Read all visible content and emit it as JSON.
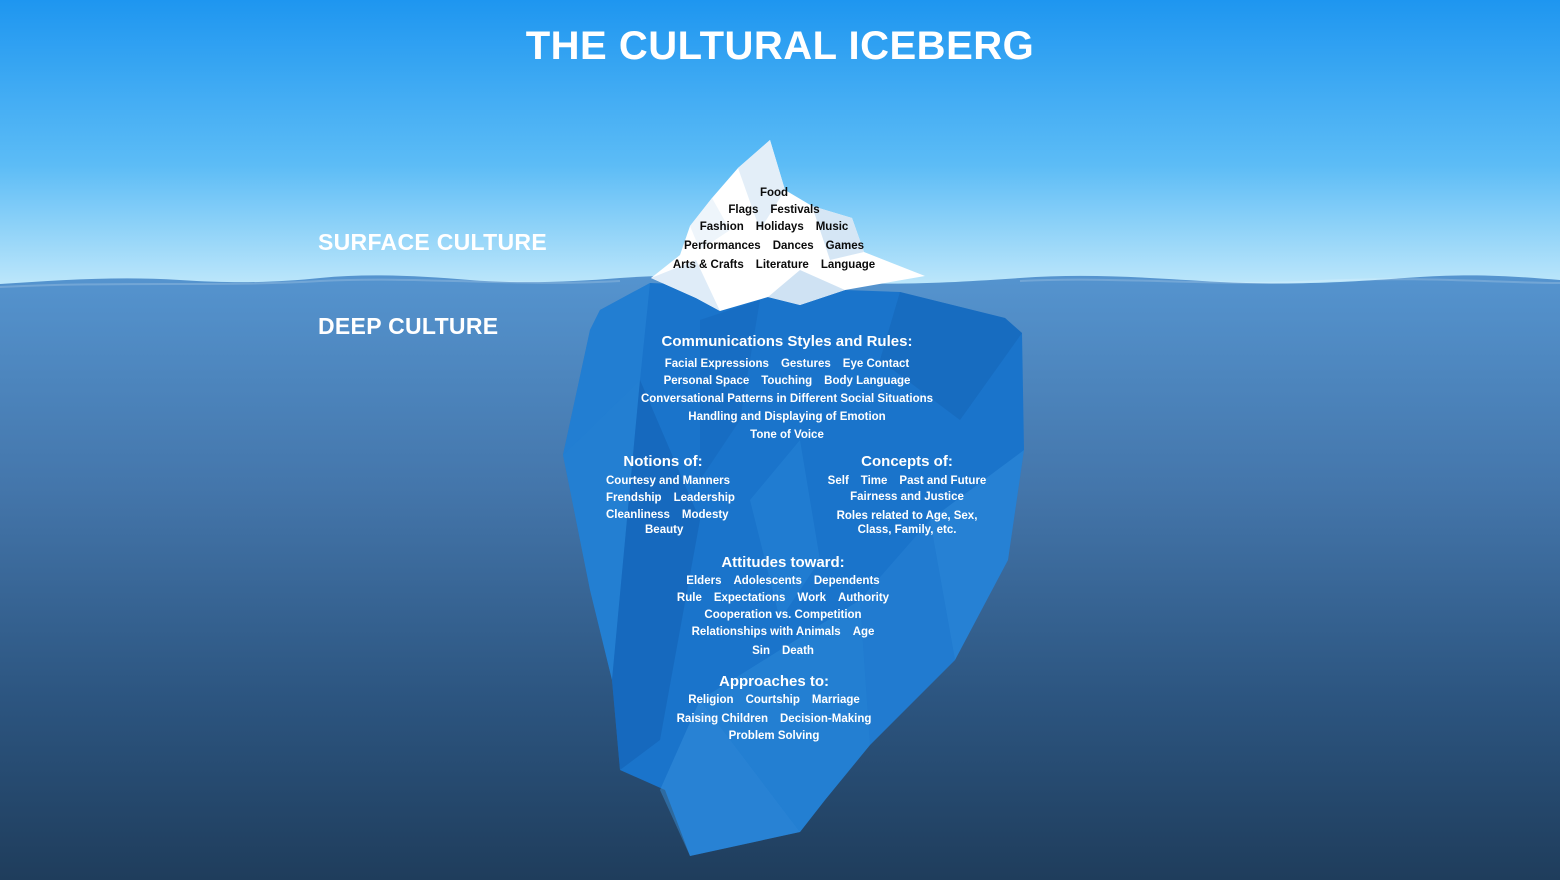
{
  "title": "THE CULTURAL ICEBERG",
  "colors": {
    "sky_top": "#1e96f0",
    "sky_bottom": "#c9ecfb",
    "water_top": "#5594cf",
    "water_bottom": "#203f5f",
    "iceberg_body": "#1a74cb",
    "ice_tip": "#ffffff"
  },
  "surface": {
    "label": "SURFACE CULTURE",
    "rows": [
      [
        "Food"
      ],
      [
        "Flags",
        "Festivals"
      ],
      [
        "Fashion",
        "Holidays",
        "Music"
      ],
      [
        "Performances",
        "Dances",
        "Games"
      ],
      [
        "Arts & Crafts",
        "Literature",
        "Language"
      ]
    ]
  },
  "deep": {
    "label": "DEEP CULTURE",
    "communication": {
      "heading": "Communications Styles and Rules:",
      "rows": [
        [
          "Facial Expressions",
          "Gestures",
          "Eye Contact"
        ],
        [
          "Personal Space",
          "Touching",
          "Body Language"
        ],
        [
          "Conversational Patterns in Different Social Situations"
        ],
        [
          "Handling and Displaying of Emotion"
        ],
        [
          "Tone of Voice"
        ]
      ]
    },
    "notions": {
      "heading": "Notions of:",
      "rows": [
        [
          "Courtesy and Manners"
        ],
        [
          "Frendship",
          "Leadership"
        ],
        [
          "Cleanliness",
          "Modesty"
        ],
        [
          "Beauty"
        ]
      ]
    },
    "concepts": {
      "heading": "Concepts of:",
      "rows": [
        [
          "Self",
          "Time",
          "Past and Future"
        ],
        [
          "Fairness and Justice"
        ],
        [
          "Roles related to Age, Sex,"
        ],
        [
          "Class, Family, etc."
        ]
      ]
    },
    "attitudes": {
      "heading": "Attitudes toward:",
      "rows": [
        [
          "Elders",
          "Adolescents",
          "Dependents"
        ],
        [
          "Rule",
          "Expectations",
          "Work",
          "Authority"
        ],
        [
          "Cooperation vs. Competition"
        ],
        [
          "Relationships with Animals",
          "Age"
        ],
        [
          "Sin",
          "Death"
        ]
      ]
    },
    "approaches": {
      "heading": "Approaches to:",
      "rows": [
        [
          "Religion",
          "Courtship",
          "Marriage"
        ],
        [
          "Raising Children",
          "Decision-Making"
        ],
        [
          "Problem Solving"
        ]
      ]
    }
  }
}
